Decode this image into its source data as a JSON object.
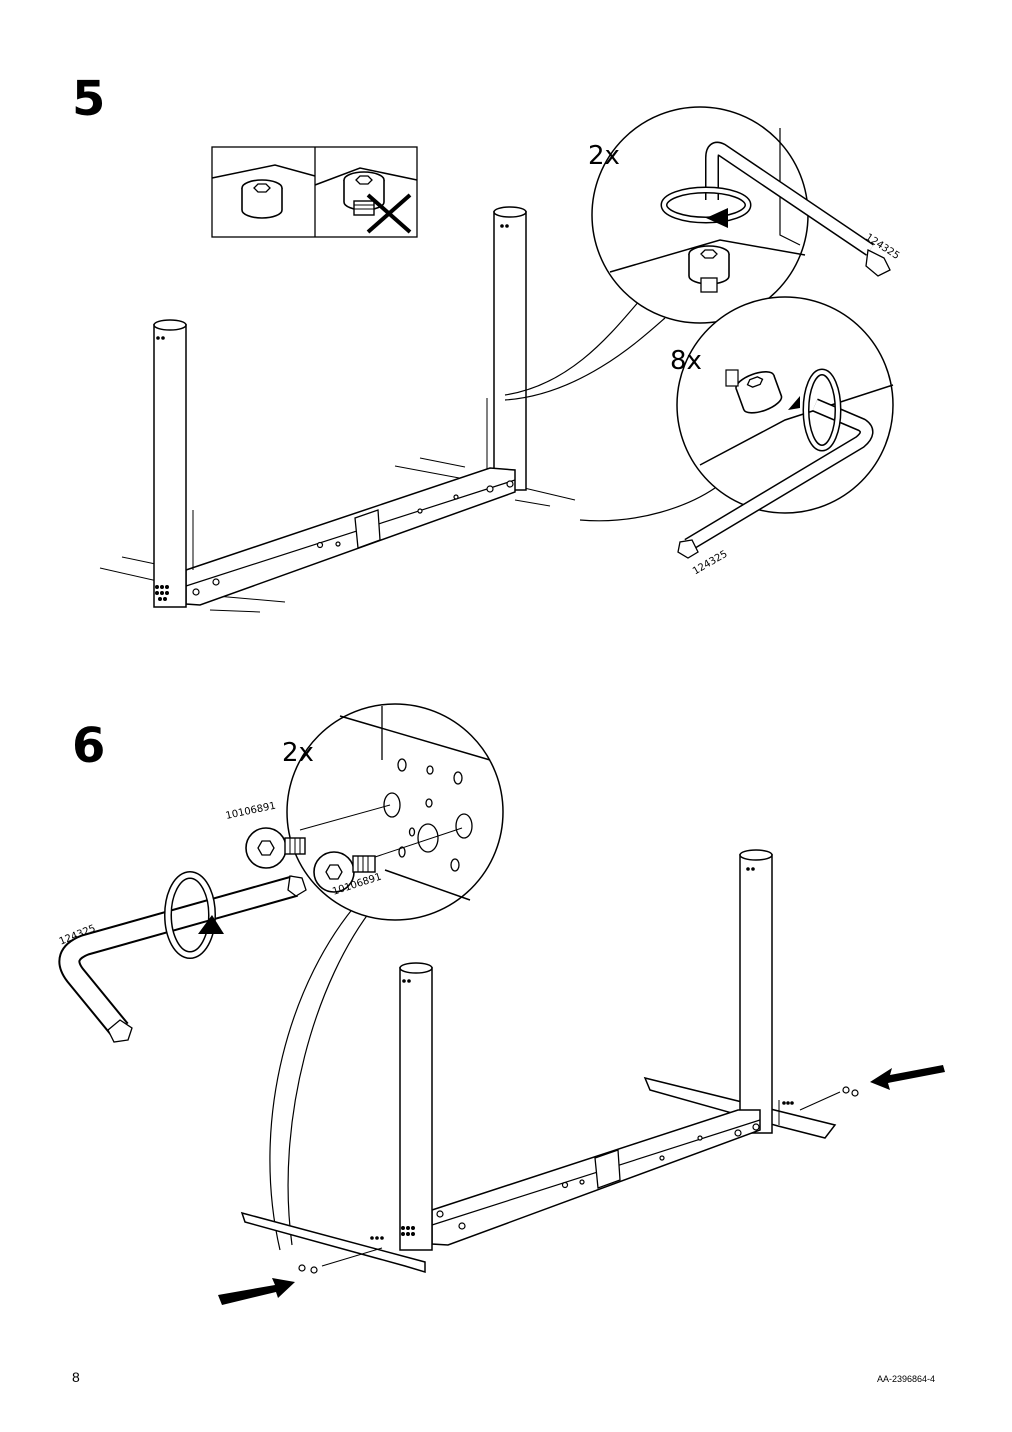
{
  "steps": [
    {
      "number": "5",
      "details": [
        {
          "quantity": "2x",
          "tool_part_number": "124325"
        },
        {
          "quantity": "8x",
          "tool_part_number": "124325"
        }
      ]
    },
    {
      "number": "6",
      "details": [
        {
          "quantity": "2x",
          "screw_part_number_1": "10106891",
          "screw_part_number_2": "10106891",
          "tool_part_number": "124325"
        }
      ]
    }
  ],
  "footer": {
    "page_number": "8",
    "document_code": "AA-2396864-4"
  }
}
